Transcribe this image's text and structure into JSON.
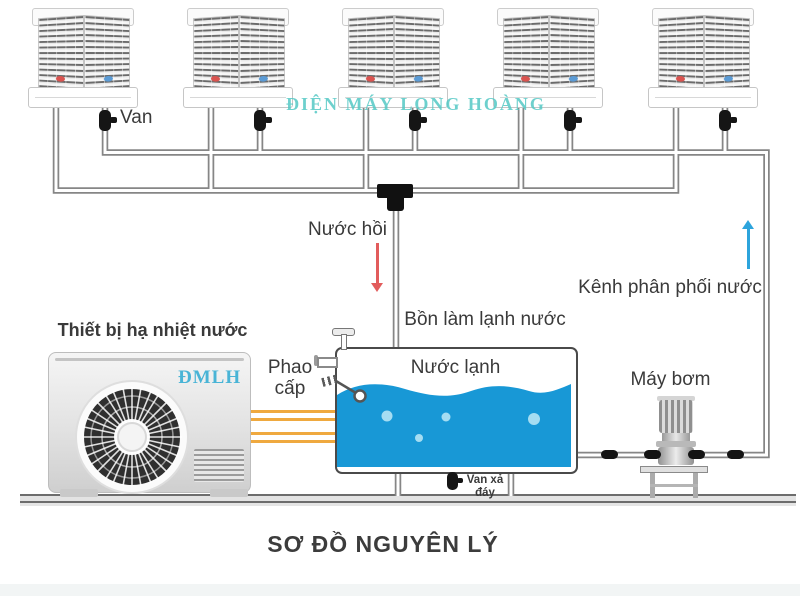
{
  "title": "SƠ ĐỒ NGUYÊN LÝ",
  "watermarks": {
    "main": "ĐIỆN MÁY LONG HOÀNG",
    "badge": "ĐMLH"
  },
  "labels": {
    "valve": "Van",
    "return_water": "Nước hồi",
    "distribution_channel": "Kênh phân phối nước",
    "cooling_tank": "Bồn làm lạnh nước",
    "cold_water": "Nước lạnh",
    "supply_float": "Phao cấp",
    "water_chiller": "Thiết bị hạ nhiệt nước",
    "pump": "Máy bơm",
    "bottom_drain_valve": "Van xả đáy"
  },
  "equipment": {
    "coolers_count": 5,
    "valves_count": 5,
    "icons": [
      "evaporative-cooler-icon",
      "valve-icon",
      "tee-junction-icon",
      "water-tank-icon",
      "float-valve-icon",
      "faucet-icon",
      "chiller-fan-icon",
      "pump-icon",
      "drain-valve-icon",
      "coupling-icon",
      "return-arrow-down-icon",
      "supply-arrow-up-icon"
    ]
  },
  "colors": {
    "water": "#1898d6",
    "bubble": "#a5ddf2",
    "pipe": "#868686",
    "hot_pipe": "#efa93f",
    "return_arrow": "#e25c5c",
    "supply_arrow": "#2da4dc",
    "watermark": "#54c8c4",
    "watermark_badge": "#3fb0d4",
    "valve_black": "#111111",
    "text": "#3a3a3a"
  }
}
